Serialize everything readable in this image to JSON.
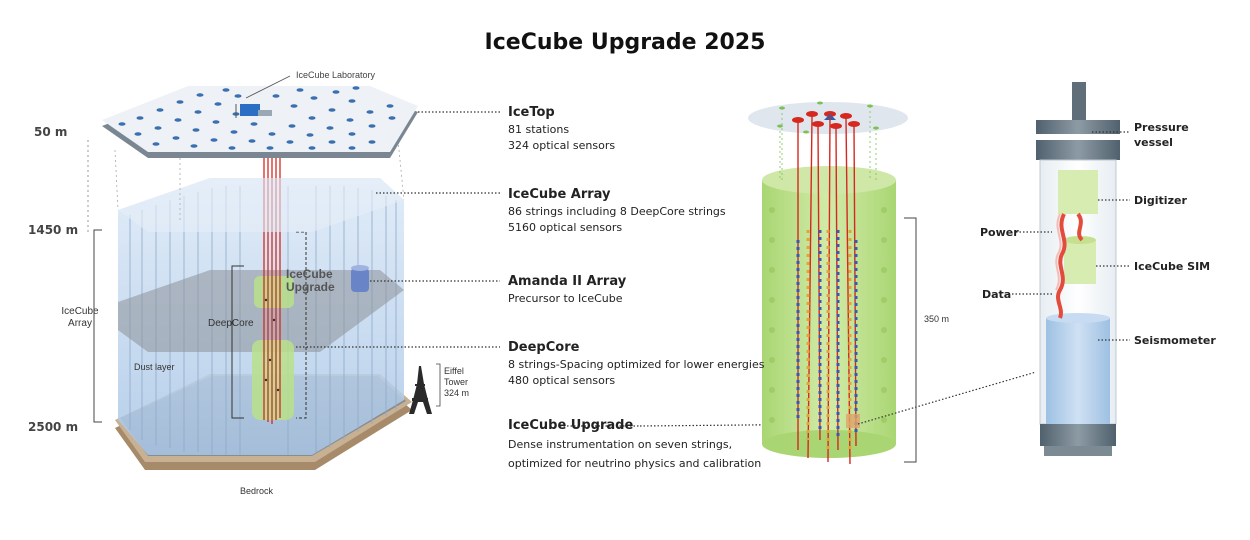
{
  "title": "IceCube Upgrade 2025",
  "left_diagram": {
    "lab_label": "IceCube Laboratory",
    "depths": [
      "50 m",
      "1450 m",
      "2500 m"
    ],
    "array_label_line1": "IceCube",
    "array_label_line2": "Array",
    "upgrade_label_line1": "IceCube",
    "upgrade_label_line2": "Upgrade",
    "deepcore_label": "DeepCore",
    "dust_layer_label": "Dust layer",
    "bedrock_label": "Bedrock",
    "eiffel_line1": "Eiffel",
    "eiffel_line2": "Tower",
    "eiffel_line3": "324 m"
  },
  "entries": [
    {
      "heading": "IceTop",
      "lines": [
        "81 stations",
        "324 optical sensors"
      ]
    },
    {
      "heading": "IceCube Array",
      "lines": [
        "86 strings including 8 DeepCore strings",
        "5160 optical sensors"
      ]
    },
    {
      "heading": "Amanda II Array",
      "lines": [
        "Precursor to IceCube"
      ]
    },
    {
      "heading": "DeepCore",
      "lines": [
        "8 strings-Spacing optimized for lower energies",
        "480 optical sensors"
      ]
    },
    {
      "heading": "IceCube Upgrade",
      "lines": [
        "Dense instrumentation on seven strings,",
        "optimized for neutrino physics and calibration"
      ]
    }
  ],
  "middle_diagram": {
    "height_label": "350 m"
  },
  "sensor_diagram": {
    "parts": [
      "Pressure",
      "vessel",
      "Digitizer",
      "IceCube SIM",
      "Seismometer"
    ],
    "signals": [
      "Power",
      "Data"
    ]
  },
  "colors": {
    "ice_blue": "#c7dcf2",
    "deepcore_green": "#b9e08a",
    "string_red": "#d6281f",
    "bedrock_brown": "#b89b7a"
  }
}
